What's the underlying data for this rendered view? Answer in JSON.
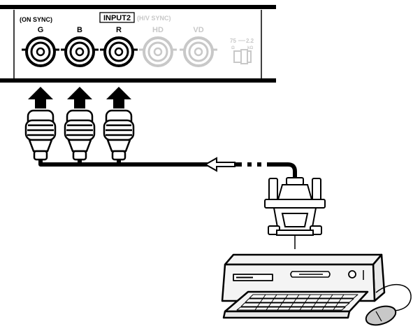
{
  "panel": {
    "on_sync_label": "(ON SYNC)",
    "input_label": "INPUT2",
    "hv_sync_label": "(H/V SYNC)",
    "jacks": [
      {
        "label": "G",
        "active": true
      },
      {
        "label": "B",
        "active": true
      },
      {
        "label": "R",
        "active": true
      },
      {
        "label": "HD",
        "active": false
      },
      {
        "label": "VD",
        "active": false
      }
    ],
    "switch": {
      "left_value": "75",
      "left_unit": "Ω",
      "right_value": "2.2",
      "right_unit": "kΩ"
    }
  },
  "colors": {
    "line": "#000000",
    "inactive": "#c8c8c8",
    "device_fill": "#f4f4f4",
    "background": "#ffffff"
  },
  "icons": {
    "arrow": "up-arrow-icon",
    "jack": "bnc-jack-icon",
    "plug": "bnc-plug-icon",
    "vga": "vga-connector-icon",
    "computer": "desktop-computer-icon",
    "keyboard": "keyboard-icon",
    "mouse": "mouse-icon"
  }
}
